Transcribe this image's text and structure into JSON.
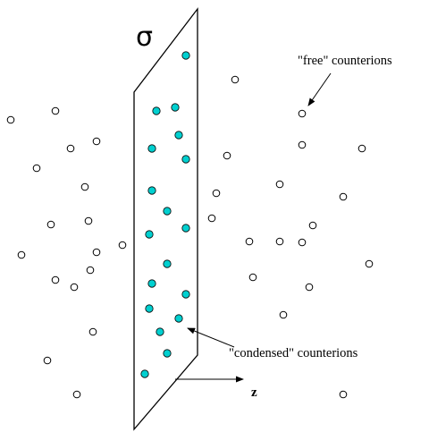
{
  "labels": {
    "sigma": "σ",
    "free": "\"free\" counterions",
    "condensed": "\"condensed\" counterions",
    "z_axis": "z"
  },
  "colors": {
    "condensed_fill": "#00D0D0",
    "free_fill": "#ffffff",
    "stroke": "#000000"
  }
}
